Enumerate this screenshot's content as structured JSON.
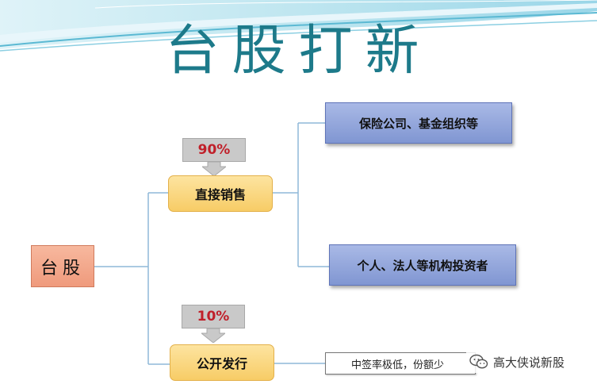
{
  "title": "台股打新",
  "root": {
    "label": "台股"
  },
  "branches": [
    {
      "label": "直接销售",
      "percent": "90%"
    },
    {
      "label": "公开发行",
      "percent": "10%"
    }
  ],
  "leaves": [
    {
      "label": "保险公司、基金组织等"
    },
    {
      "label": "个人、法人等机构投资者"
    }
  ],
  "note": {
    "text": "中签率极低，份额少"
  },
  "watermark": {
    "text": "高大侠说新股",
    "icon": "wechat-icon"
  },
  "colors": {
    "title": "#1d7a8a",
    "root_fill": "#f4a98c",
    "branch_fill": "#fbd77f",
    "leaf_fill": "#95a8dc",
    "percent_text": "#c0202a",
    "connector": "#8fb8d8"
  }
}
